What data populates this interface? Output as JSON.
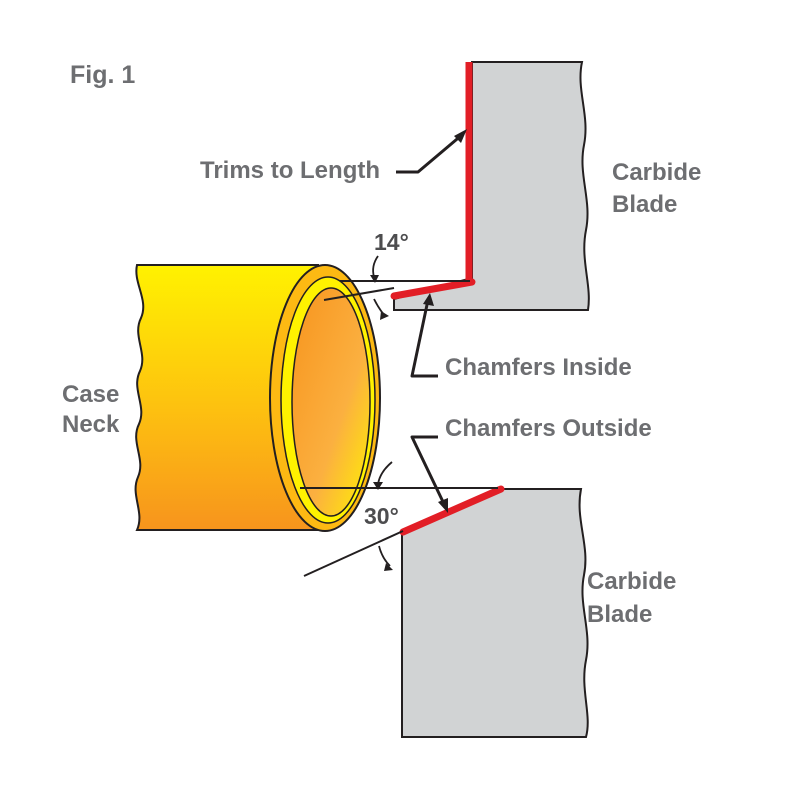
{
  "figure": {
    "title": "Fig. 1",
    "labels": {
      "trims_to_length": "Trims to Length",
      "chamfers_inside": "Chamfers Inside",
      "chamfers_outside": "Chamfers Outside",
      "case_neck_line1": "Case",
      "case_neck_line2": "Neck",
      "upper_blade_line1": "Carbide",
      "upper_blade_line2": "Blade",
      "lower_blade_line1": "Carbide",
      "lower_blade_line2": "Blade"
    },
    "angles": {
      "inside_chamfer": "14°",
      "outside_chamfer": "30°"
    },
    "colors": {
      "blade_fill": "#d1d3d4",
      "outline": "#231f20",
      "cutting_edge": "#e21e26",
      "case_light": "#fff200",
      "case_dark": "#f7941d",
      "label_text": "#6d6e71"
    }
  }
}
